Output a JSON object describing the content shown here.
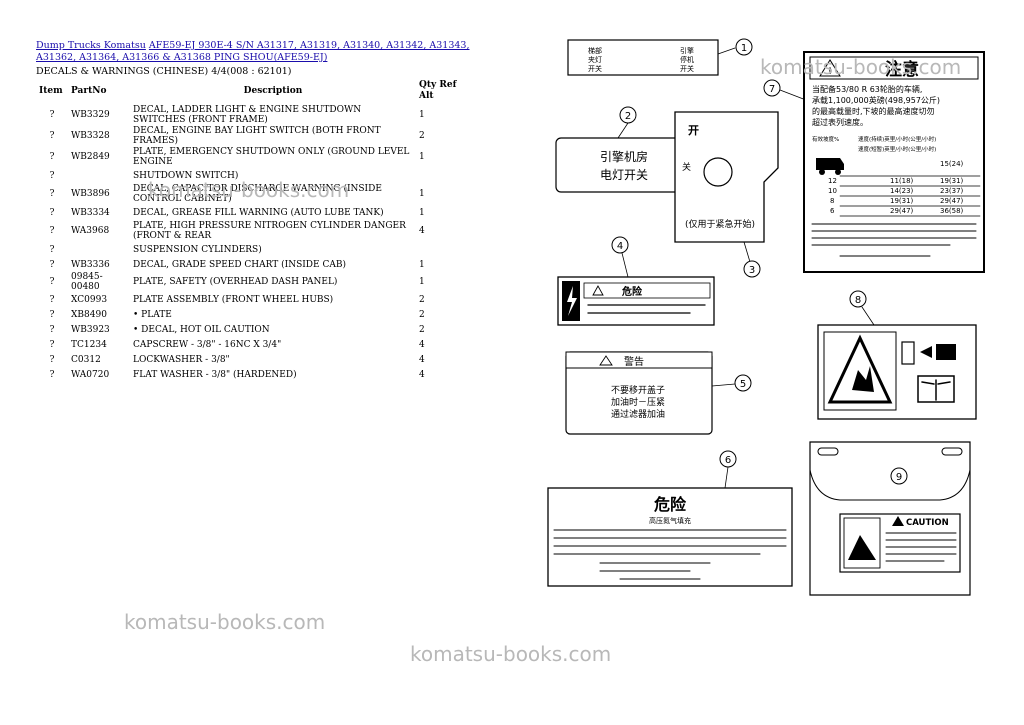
{
  "breadcrumb": {
    "root": "Dump Trucks Komatsu",
    "model": "AFE59-EJ 930E-4 S/N A31317, A31319, A31340, A31342, A31343, A31362, A31364, A31366 & A31368 PING SHOU(AFE59-EJ)"
  },
  "subtitle": "DECALS & WARNINGS (CHINESE) 4/4(008 : 62101)",
  "table": {
    "headers": [
      "Item",
      "PartNo",
      "Description",
      "Qty Ref Alt"
    ],
    "rows": [
      {
        "item": "?",
        "part": "WB3329",
        "desc": "DECAL, LADDER LIGHT & ENGINE SHUTDOWN SWITCHES (FRONT FRAME)",
        "qty": "1"
      },
      {
        "item": "?",
        "part": "WB3328",
        "desc": "DECAL, ENGINE BAY LIGHT SWITCH (BOTH FRONT FRAMES)",
        "qty": "2"
      },
      {
        "item": "?",
        "part": "WB2849",
        "desc": "PLATE, EMERGENCY SHUTDOWN ONLY (GROUND LEVEL ENGINE",
        "qty": "1"
      },
      {
        "item": "?",
        "part": "",
        "desc": "SHUTDOWN SWITCH)",
        "qty": ""
      },
      {
        "item": "?",
        "part": "WB3896",
        "desc": "DECAL, CAPACITOR DISCHARGE WARNING (INSIDE CONTROL CABINET)",
        "qty": "1"
      },
      {
        "item": "?",
        "part": "WB3334",
        "desc": "DECAL, GREASE FILL WARNING (AUTO LUBE TANK)",
        "qty": "1"
      },
      {
        "item": "?",
        "part": "WA3968",
        "desc": "PLATE, HIGH PRESSURE NITROGEN CYLINDER DANGER (FRONT & REAR",
        "qty": "4"
      },
      {
        "item": "?",
        "part": "",
        "desc": "SUSPENSION CYLINDERS)",
        "qty": ""
      },
      {
        "item": "?",
        "part": "WB3336",
        "desc": "DECAL, GRADE SPEED CHART (INSIDE CAB)",
        "qty": "1"
      },
      {
        "item": "?",
        "part": "09845-00480",
        "desc": "PLATE, SAFETY (OVERHEAD DASH PANEL)",
        "qty": "1"
      },
      {
        "item": "?",
        "part": "XC0993",
        "desc": "PLATE ASSEMBLY (FRONT WHEEL HUBS)",
        "qty": "2"
      },
      {
        "item": "?",
        "part": "XB8490",
        "desc": "• PLATE",
        "qty": "2"
      },
      {
        "item": "?",
        "part": "WB3923",
        "desc": "• DECAL, HOT OIL CAUTION",
        "qty": "2"
      },
      {
        "item": "?",
        "part": "TC1234",
        "desc": "CAPSCREW - 3/8\" - 16NC X 3/4\"",
        "qty": "4"
      },
      {
        "item": "?",
        "part": "C0312",
        "desc": "LOCKWASHER - 3/8\"",
        "qty": "4"
      },
      {
        "item": "?",
        "part": "WA0720",
        "desc": "FLAT WASHER - 3/8\" (HARDENED)",
        "qty": "4"
      }
    ]
  },
  "watermark": "komatsu-books.com",
  "diagram": {
    "callouts": [
      "1",
      "2",
      "3",
      "4",
      "5",
      "6",
      "7",
      "8",
      "9"
    ],
    "d1": [
      "梯部",
      "引擎",
      "夹灯",
      "停机",
      "开关",
      "开关"
    ],
    "d2": [
      "引擎机房",
      "电灯开关"
    ],
    "d3": [
      "开",
      "关",
      "(仅用于紧急开始)"
    ],
    "d4": "危险",
    "d5": [
      "警告",
      "不要移开盖子",
      "加油时－压紧",
      "通过滤器加油"
    ],
    "d6": [
      "危险",
      "高压氮气填充"
    ],
    "d7": {
      "title": "注意",
      "intro": [
        "当配备53/80 R 63轮胎的车辆,",
        "承载1,100,000英磅(498,957公斤)",
        "的最高载量时,下坡的最高速度切勿",
        "超过表列速度。"
      ],
      "headers": [
        "有效坡度%",
        "速度(持续)英里/小时(公里/小时)",
        "速度(短暂)英里/小时(公里/小时)"
      ],
      "rows": [
        [
          "",
          "",
          "15(24)"
        ],
        [
          "12",
          "11(18)",
          "19(31)"
        ],
        [
          "10",
          "14(23)",
          "23(37)"
        ],
        [
          "8",
          "19(31)",
          "29(47)"
        ],
        [
          "6",
          "29(47)",
          "36(58)"
        ]
      ]
    },
    "d9": "CAUTION"
  }
}
